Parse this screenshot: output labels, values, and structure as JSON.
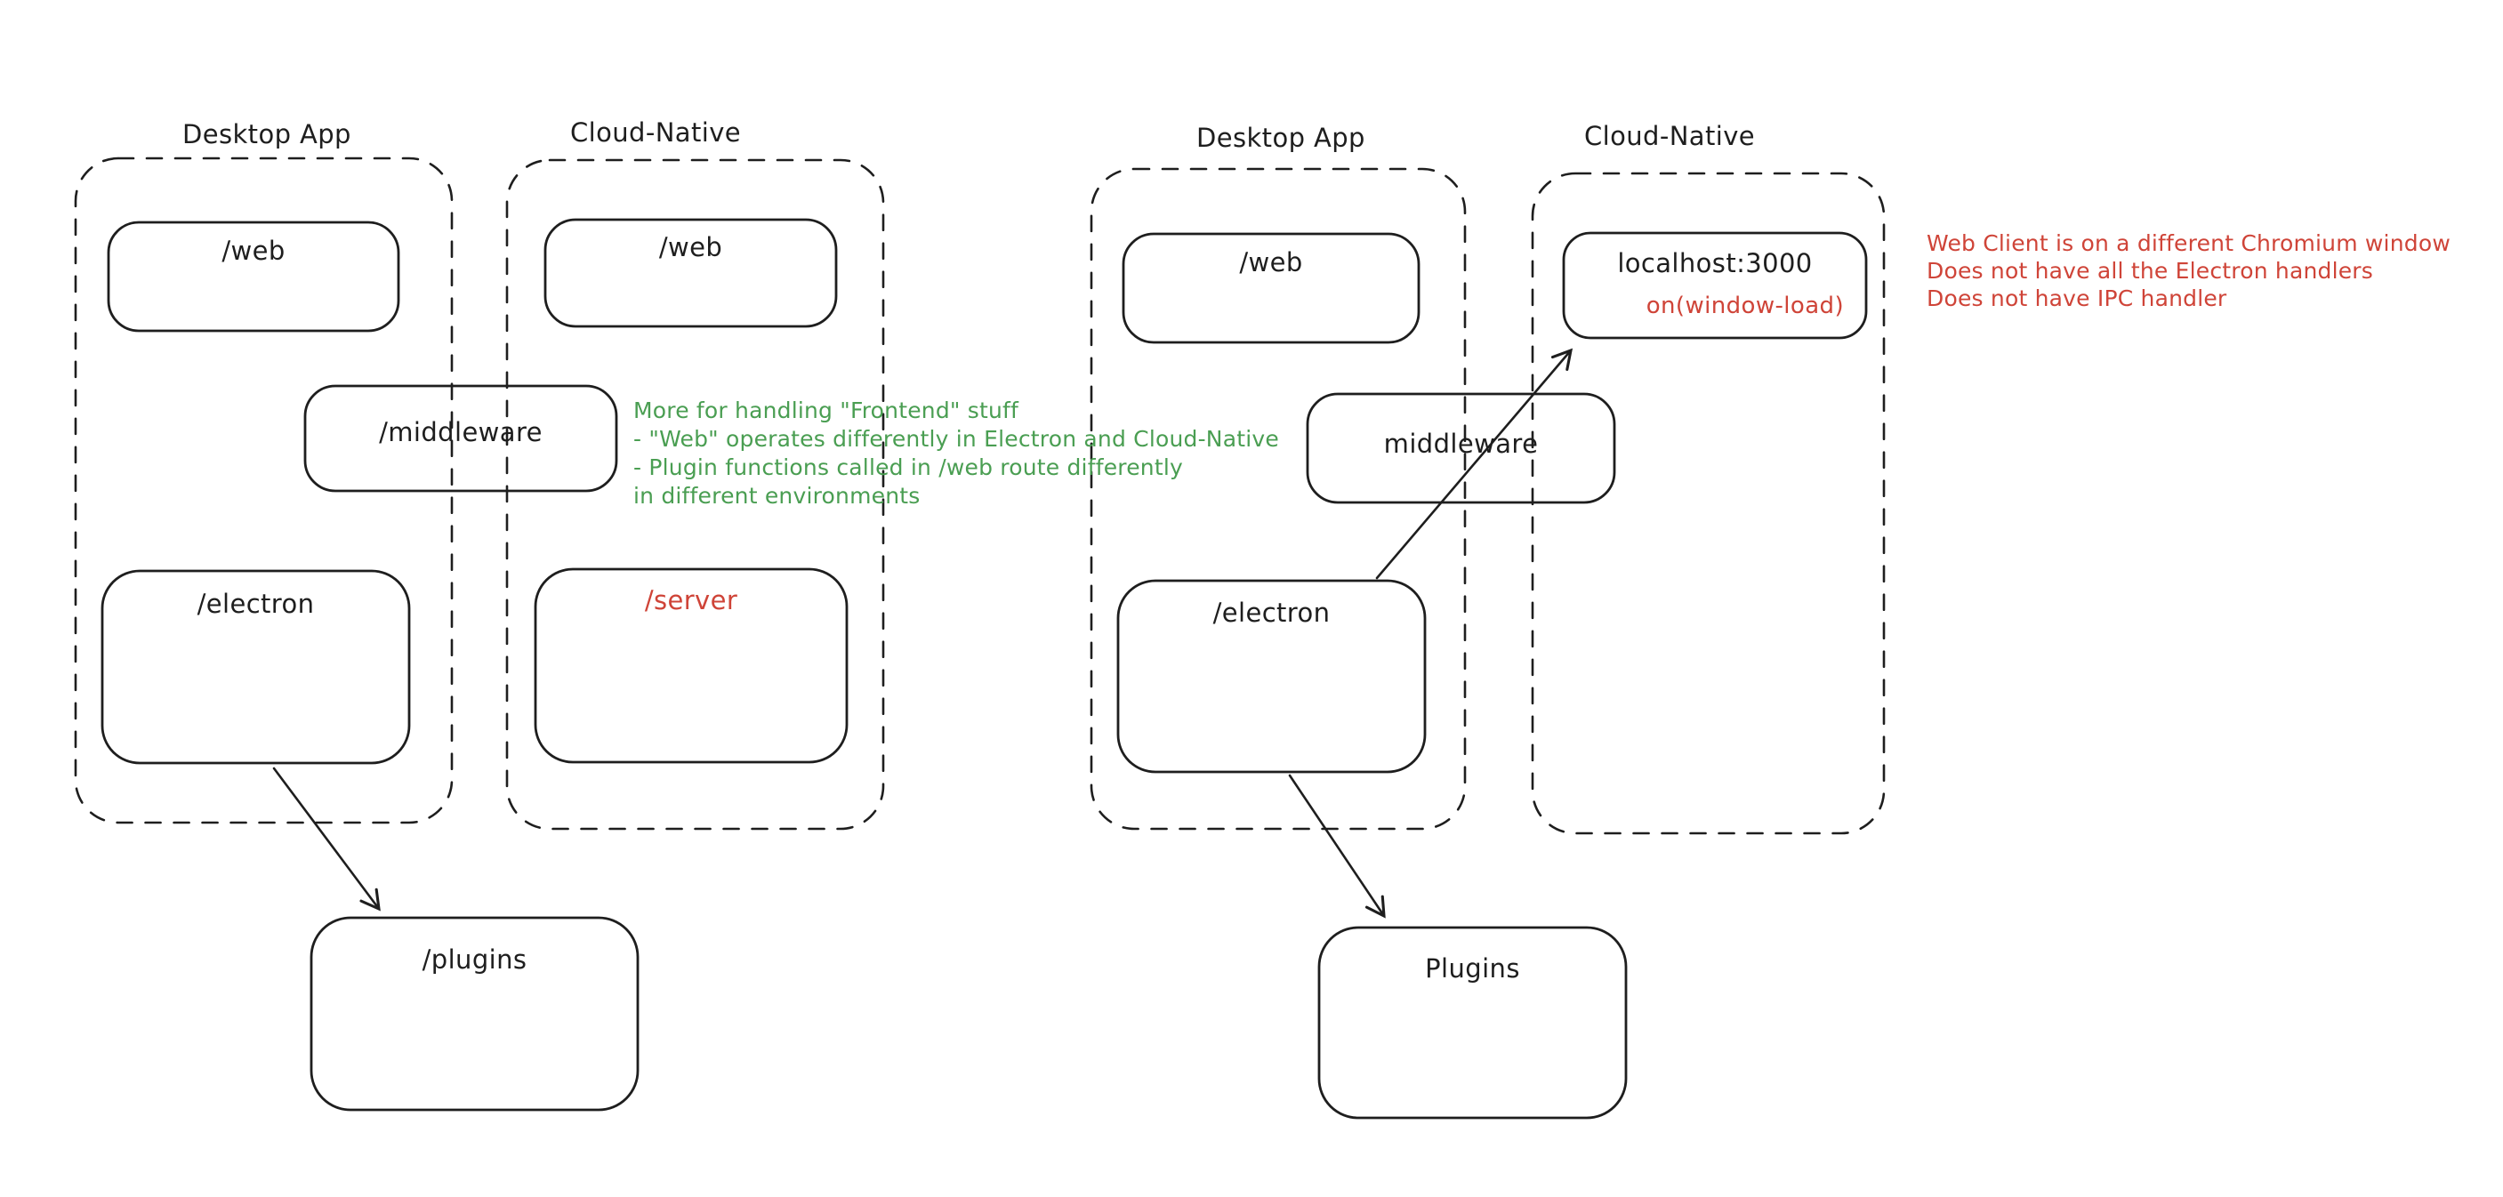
{
  "colors": {
    "stroke": "#1e1e1e",
    "green": "#4a9e52",
    "red": "#cf4438",
    "background": "#ffffff"
  },
  "left": {
    "desktop_label": "Desktop App",
    "cloud_label": "Cloud-Native",
    "web_desktop": "/web",
    "web_cloud": "/web",
    "middleware": "/middleware",
    "electron": "/electron",
    "server": "/server",
    "plugins": "/plugins",
    "green_note": {
      "line1": "More for handling \"Frontend\" stuff",
      "line2": "- \"Web\" operates differently in Electron and Cloud-Native",
      "line3": "- Plugin functions called in /web route differently",
      "line4": "in different environments"
    }
  },
  "right": {
    "desktop_label": "Desktop App",
    "cloud_label": "Cloud-Native",
    "web_desktop": "/web",
    "middleware": "middleware",
    "electron": "/electron",
    "localhost_title": "localhost:3000",
    "localhost_sub": "on(window-load)",
    "plugins": "Plugins",
    "red_note": {
      "line1": "Web Client is on a different Chromium window",
      "line2": "Does not have all the Electron handlers",
      "line3": "Does not have IPC handler"
    }
  }
}
